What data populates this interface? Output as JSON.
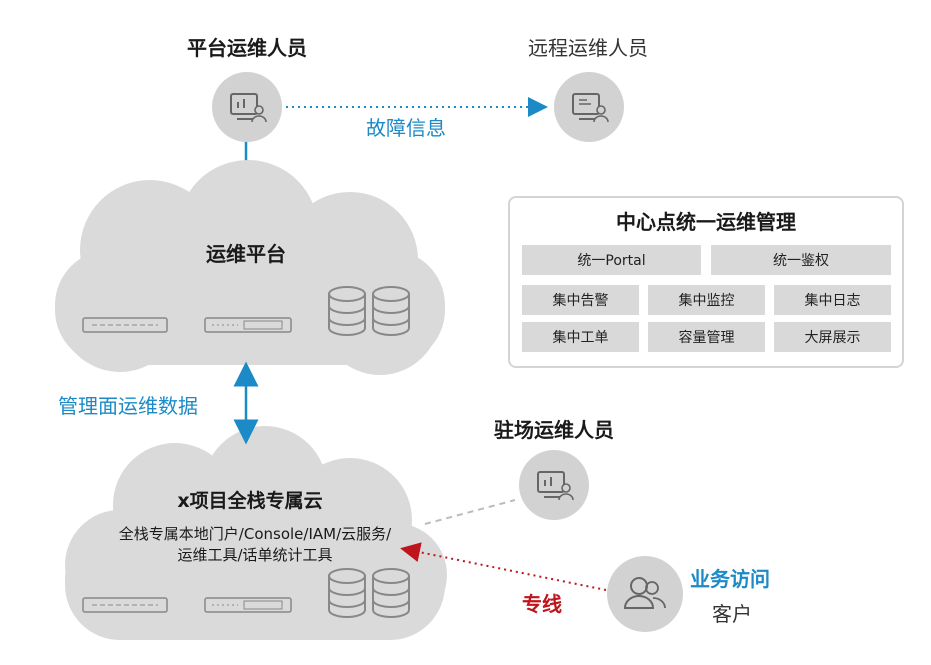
{
  "roles": {
    "platform_ops": "平台运维人员",
    "remote_ops": "远程运维人员",
    "onsite_ops": "驻场运维人员"
  },
  "links": {
    "fault_info": "故障信息",
    "mgmt_data": "管理面运维数据",
    "dedicated_line": "专线",
    "business_access": "业务访问",
    "customer": "客户"
  },
  "clouds": {
    "ops_platform": {
      "title": "运维平台"
    },
    "project_cloud": {
      "title": "x项目全栈专属云",
      "desc_line1": "全栈专属本地门户/Console/IAM/云服务/",
      "desc_line2": "运维工具/话单统计工具"
    }
  },
  "central": {
    "title": "中心点统一运维管理",
    "row1": [
      "统一Portal",
      "统一鉴权"
    ],
    "row2": [
      "集中告警",
      "集中监控",
      "集中日志"
    ],
    "row3": [
      "集中工单",
      "容量管理",
      "大屏展示"
    ]
  },
  "colors": {
    "blue": "#1b8ac7",
    "red": "#c0141c",
    "cloud": "#dadada",
    "circle": "#d2d2d2"
  },
  "icons": [
    "monitor-person-icon",
    "server-rack-icon",
    "database-icon",
    "users-icon"
  ]
}
